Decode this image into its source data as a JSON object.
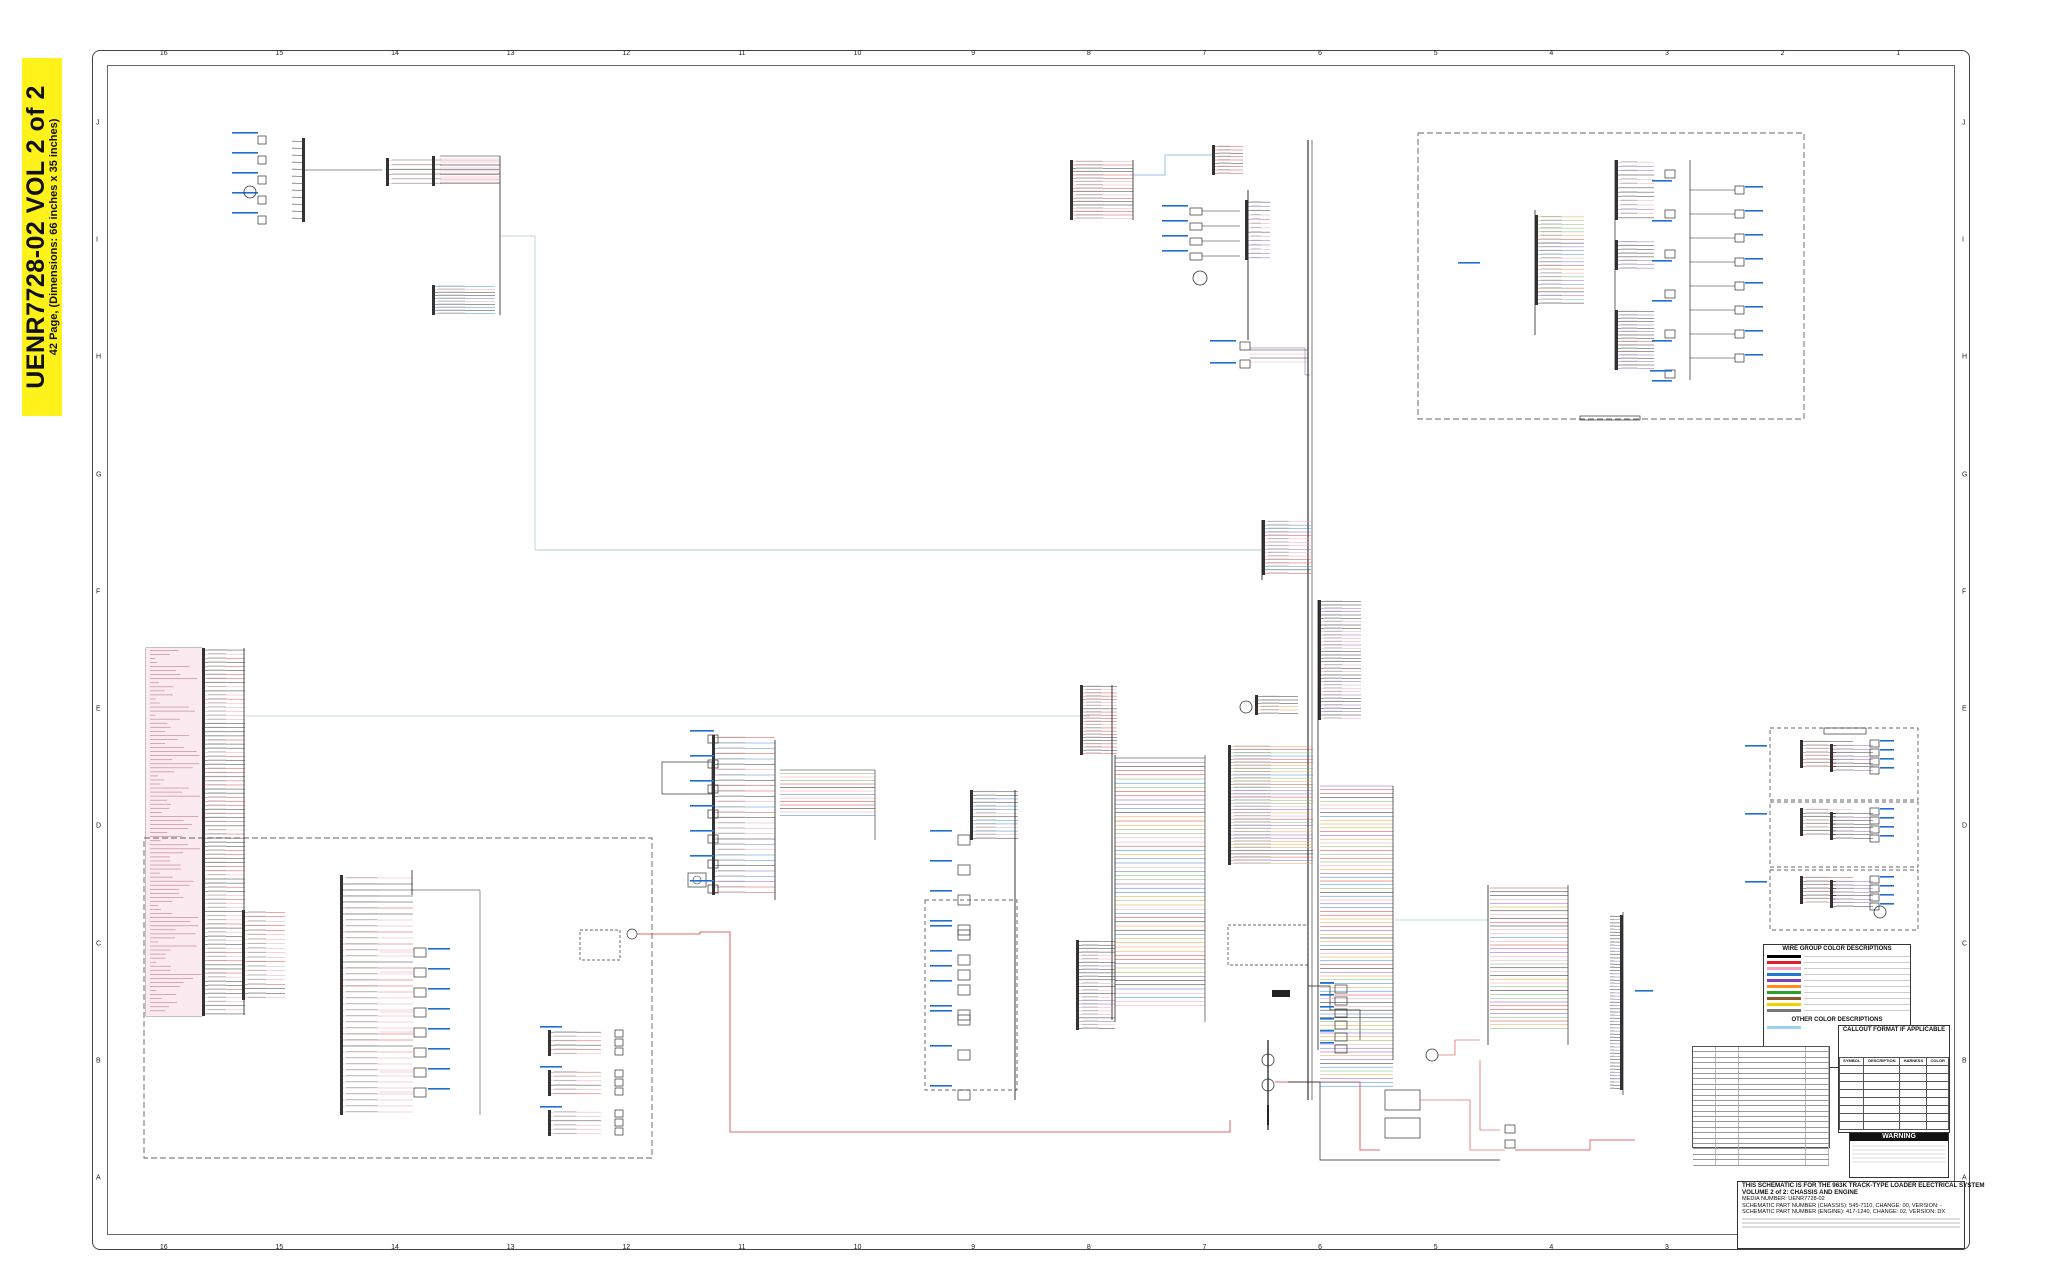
{
  "document": {
    "banner_title": "UENR7728-02 VOL 2 of 2",
    "banner_subtitle": "42 Page, (Dimensions: 66 inches x 35 inches)"
  },
  "grid": {
    "columns": [
      "16",
      "15",
      "14",
      "13",
      "12",
      "11",
      "10",
      "9",
      "8",
      "7",
      "6",
      "5",
      "4",
      "3",
      "2",
      "1"
    ],
    "rows": [
      "J",
      "I",
      "H",
      "G",
      "F",
      "E",
      "D",
      "C",
      "B",
      "A"
    ]
  },
  "legend": {
    "wire_group_title": "WIRE GROUP COLOR DESCRIPTIONS",
    "wire_group_colors": [
      "#000000",
      "#e0202a",
      "#f4a1c0",
      "#1f77d0",
      "#7f3fbf",
      "#ff8c1a",
      "#2ca02c",
      "#8b5a2b",
      "#f2d000",
      "#777777"
    ],
    "other_color_title": "OTHER COLOR DESCRIPTIONS",
    "other_colors": [
      "#9ad0f5"
    ]
  },
  "callout": {
    "title": "CALLOUT FORMAT IF APPLICABLE",
    "symbol_headers": [
      "SYMBOL",
      "DESCRIPTION",
      "HARNESS",
      "COLOR"
    ]
  },
  "warning": {
    "title": "WARNING"
  },
  "title_block": {
    "line1": "THIS SCHEMATIC IS FOR THE 963K TRACK-TYPE LOADER ELECTRICAL SYSTEM",
    "line2": "VOLUME 2 of 2: CHASSIS AND ENGINE",
    "line3": "MEDIA NUMBER: UENR7728-02",
    "line4": "SCHEMATIC PART NUMBER (CHASSIS): 545-7110, CHANGE: 00, VERSION: -",
    "line5": "SCHEMATIC PART NUMBER (ENGINE): 417-1240, CHANGE: 02, VERSION: DX"
  },
  "colors": {
    "wire_black": "#222222",
    "wire_red": "#d63a3a",
    "wire_pink": "#e9a0b2",
    "wire_blue": "#3a7fcf",
    "wire_purple": "#8a55c0",
    "wire_teal": "#76b9b5",
    "label_blue": "#1f6fd0"
  }
}
